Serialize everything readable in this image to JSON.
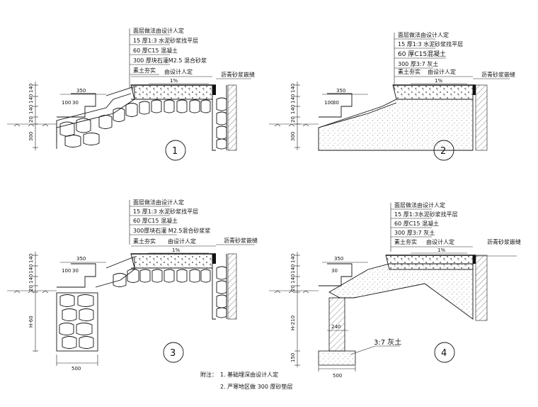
{
  "panels": [
    {
      "number": "1",
      "notes": [
        "面层做法由设计人定",
        "15 厚1:3 水泥砂浆找平层",
        "60 厚C15 混凝土",
        "300 厚块石灌M2.5 混合砂浆",
        "素土夯实"
      ],
      "top_label": "由设计人定",
      "slope": "1%",
      "joint": "沥青砂浆嵌缝",
      "dims_h": [
        "350",
        "100",
        "30"
      ],
      "dims_v": [
        "140",
        "140",
        "140",
        "20",
        "300"
      ]
    },
    {
      "number": "2",
      "notes": [
        "面层做法由设计人定",
        "15 厚1:3 水泥砂浆找平层",
        "60 厚C15混凝土",
        "300 厚3:7 灰土",
        "素土夯实"
      ],
      "top_label": "由设计人定",
      "slope": "1%",
      "joint": "沥青砂浆嵌缝",
      "dims_h": [
        "350",
        "100",
        "30"
      ],
      "dims_v": [
        "140",
        "140",
        "140",
        "20",
        "300"
      ]
    },
    {
      "number": "3",
      "notes": [
        "面层做法由设计人定",
        "15 厚1:3 水泥砂浆找平层",
        "60 厚C15 混凝土",
        "300厚块石灌 M2.5混合砂浆浆",
        "素土夯实"
      ],
      "top_label": "由设计人定",
      "slope": "1%",
      "joint": "沥青砂浆嵌缝",
      "dims_h": [
        "350",
        "100",
        "30"
      ],
      "dims_v": [
        "140",
        "140",
        "140",
        "20",
        "H-60"
      ],
      "base": "500"
    },
    {
      "number": "4",
      "notes": [
        "面层做法由设计人定",
        "15 厚1:3水泥砂浆找平层",
        "60 厚C15 混凝土",
        "300 厚3:7 灰土",
        "素土夯实"
      ],
      "top_label": "由设计人定",
      "slope": "1%",
      "joint": "沥青砂浆嵌缝",
      "dims_h": [
        "350",
        "30"
      ],
      "dims_v": [
        "140",
        "140",
        "140",
        "20",
        "H-210",
        "150"
      ],
      "wall": "240",
      "base": "500",
      "footing": "3:7 灰土"
    }
  ],
  "footnote_title": "附注：",
  "footnotes": [
    "1. 基础埋深由设计人定",
    "2. 严寒地区做 300 厚砂垫层"
  ]
}
